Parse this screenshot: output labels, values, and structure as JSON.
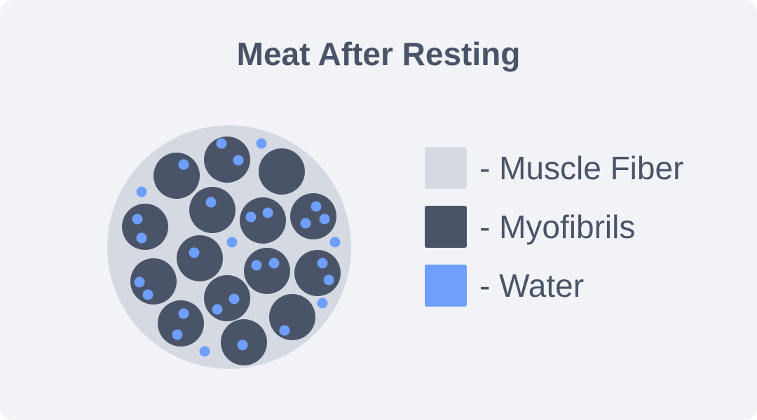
{
  "title": "Meat After Resting",
  "colors": {
    "background": "#f2f3f7",
    "muscle_fiber": "#d5d9e2",
    "myofibril": "#4a5468",
    "water": "#6f9ffc",
    "text": "#4a5468"
  },
  "legend": [
    {
      "label": "- Muscle Fiber",
      "color": "#d5d9e2"
    },
    {
      "label": "- Myofibrils",
      "color": "#4a5468"
    },
    {
      "label": "- Water",
      "color": "#6f9ffc"
    }
  ]
}
